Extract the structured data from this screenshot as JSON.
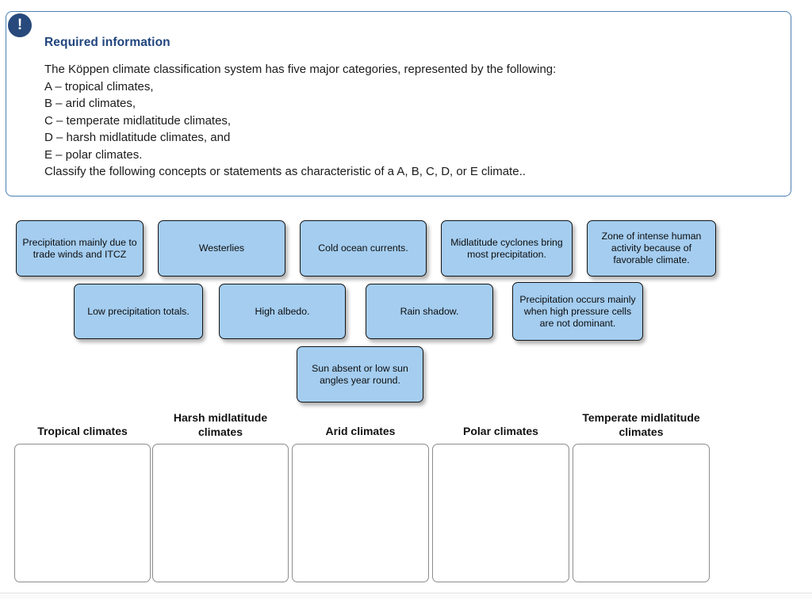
{
  "panel": {
    "icon": "exclamation-icon",
    "icon_glyph": "!",
    "heading": "Required information",
    "heading_color": "#21457e",
    "border_color": "#4a7fb5",
    "lines": [
      "The Köppen climate classification system has five major categories, represented by the following:",
      "A – tropical climates,",
      "B – arid climates,",
      "C – temperate midlatitude climates,",
      "D – harsh midlatitude climates, and",
      "E – polar climates.",
      "Classify the following concepts or statements as characteristic of a A, B, C, D, or E climate.."
    ]
  },
  "tiles": [
    {
      "text": "Precipitation mainly due to trade winds and ITCZ",
      "row": 1
    },
    {
      "text": "Westerlies",
      "row": 1
    },
    {
      "text": "Cold ocean currents.",
      "row": 1
    },
    {
      "text": "Midlatitude cyclones bring most precipitation.",
      "row": 1
    },
    {
      "text": "Zone of intense human activity because of favorable climate.",
      "row": 1
    },
    {
      "text": "Low precipitation totals.",
      "row": 2
    },
    {
      "text": "High albedo.",
      "row": 2
    },
    {
      "text": "Rain shadow.",
      "row": 2
    },
    {
      "text": "Precipitation occurs mainly when high pressure cells are not dominant.",
      "row": 2
    },
    {
      "text": "Sun absent or low sun angles year round.",
      "row": 3
    }
  ],
  "tile_color": "#a4cdf0",
  "dropzones": [
    {
      "label": "Tropical climates",
      "items": []
    },
    {
      "label": "Harsh midlatitude climates",
      "items": []
    },
    {
      "label": "Arid climates",
      "items": []
    },
    {
      "label": "Polar climates",
      "items": []
    },
    {
      "label": "Temperate midlatitude climates",
      "items": []
    }
  ]
}
